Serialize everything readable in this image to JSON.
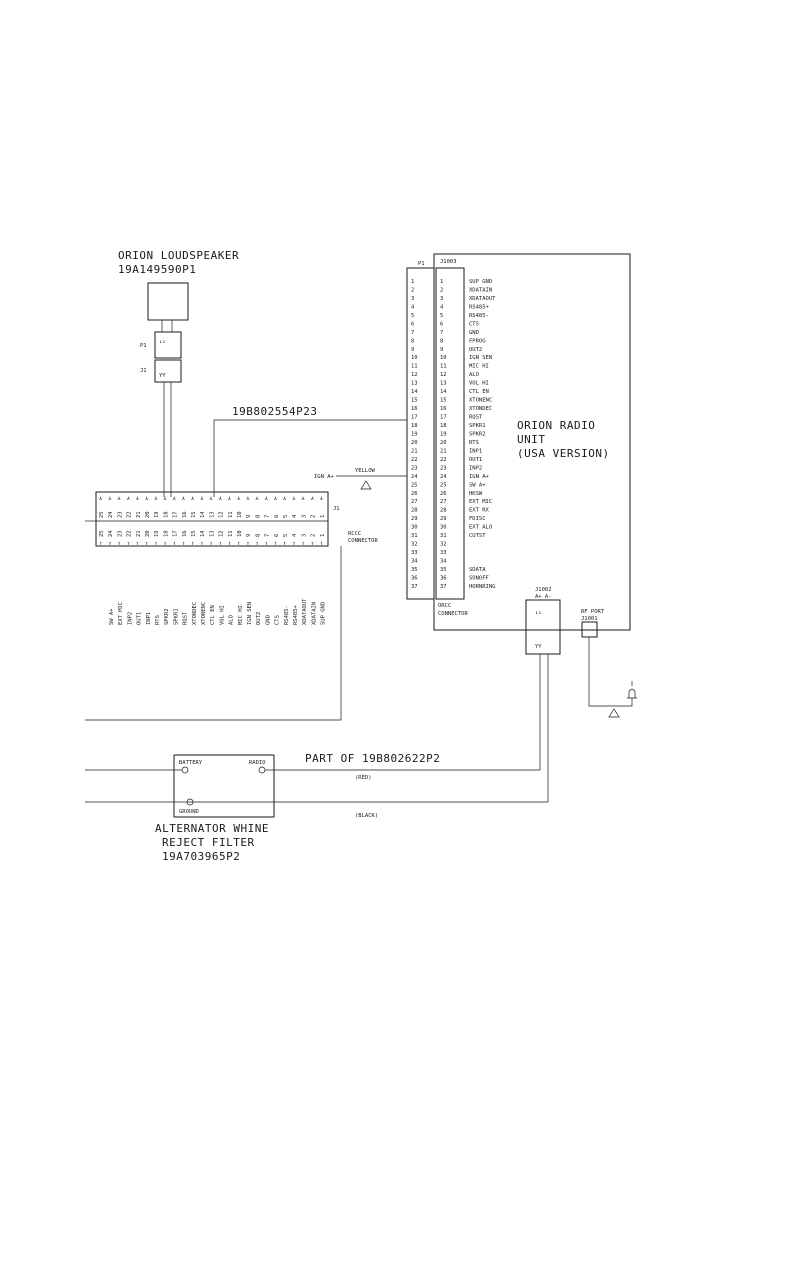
{
  "speaker": {
    "title": "ORION LOUDSPEAKER",
    "part": "19A149590P1",
    "plug_label": "P1",
    "jack_label": "J1"
  },
  "cable_main": "19B802554P23",
  "radio": {
    "title_line1": "ORION RADIO",
    "title_line2": "UNIT",
    "title_line3": "(USA VERSION)",
    "p1_label": "P1",
    "j1003_label": "J1003",
    "connector_line1": "ORCC",
    "connector_line2": "CONNECTOR",
    "pins": [
      {
        "n": "1",
        "name": "SUP GND"
      },
      {
        "n": "2",
        "name": "XDATAIN"
      },
      {
        "n": "3",
        "name": "XDATAOUT"
      },
      {
        "n": "4",
        "name": "RS485+"
      },
      {
        "n": "5",
        "name": "RS485-"
      },
      {
        "n": "6",
        "name": "CTS"
      },
      {
        "n": "7",
        "name": "GND"
      },
      {
        "n": "8",
        "name": "FPROG"
      },
      {
        "n": "9",
        "name": "OUT2"
      },
      {
        "n": "10",
        "name": "IGN SEN"
      },
      {
        "n": "11",
        "name": "MIC HI"
      },
      {
        "n": "12",
        "name": "ALO"
      },
      {
        "n": "13",
        "name": "VOL HI"
      },
      {
        "n": "14",
        "name": "CTL EN"
      },
      {
        "n": "15",
        "name": "XTONENC"
      },
      {
        "n": "16",
        "name": "XTONDEC"
      },
      {
        "n": "17",
        "name": "RQST"
      },
      {
        "n": "18",
        "name": "SPKR1"
      },
      {
        "n": "19",
        "name": "SPKR2"
      },
      {
        "n": "20",
        "name": "RTS"
      },
      {
        "n": "21",
        "name": "INP1"
      },
      {
        "n": "22",
        "name": "OUT1"
      },
      {
        "n": "23",
        "name": "INP2"
      },
      {
        "n": "24",
        "name": "IGN A+"
      },
      {
        "n": "25",
        "name": "SW A+"
      },
      {
        "n": "26",
        "name": "HKSW"
      },
      {
        "n": "27",
        "name": "EXT MIC"
      },
      {
        "n": "28",
        "name": "EXT RX"
      },
      {
        "n": "29",
        "name": "FDISC"
      },
      {
        "n": "30",
        "name": "EXT ALO"
      },
      {
        "n": "31",
        "name": "CUTST"
      },
      {
        "n": "32",
        "name": ""
      },
      {
        "n": "33",
        "name": ""
      },
      {
        "n": "34",
        "name": ""
      },
      {
        "n": "35",
        "name": "SDATA"
      },
      {
        "n": "36",
        "name": "SONOFF"
      },
      {
        "n": "37",
        "name": "HORNRING"
      }
    ]
  },
  "ign": {
    "label": "IGN A+",
    "wire_color": "YELLOW"
  },
  "rccc": {
    "j1_label": "J1",
    "connector_line1": "RCCC",
    "connector_line2": "CONNECTOR",
    "top_pins": [
      "25",
      "24",
      "23",
      "22",
      "21",
      "20",
      "19",
      "18",
      "17",
      "16",
      "15",
      "14",
      "13",
      "12",
      "11",
      "10",
      "9",
      "8",
      "7",
      "6",
      "5",
      "4",
      "3",
      "2",
      "1"
    ],
    "signals": [
      "SW A+",
      "EXT MIC",
      "INP2",
      "OUT1",
      "INP1",
      "RTS",
      "SPKR2",
      "SPKR1",
      "RQST",
      "XTONDEC",
      "XTONENC",
      "CTL EN",
      "VOL HI",
      "ALO",
      "MIC HI",
      "IGN SEN",
      "OUT2",
      "GND",
      "CTS",
      "RS485-",
      "RS485+",
      "XDATAOUT",
      "XDATAIN",
      "SUP GND"
    ]
  },
  "j1002": {
    "label": "J1002",
    "pins": "A+ A-"
  },
  "rf_port": {
    "line1": "RF PORT",
    "line2": "J1001"
  },
  "power_cable": "PART OF 19B802622P2",
  "wire_red": "(RED)",
  "wire_black": "(BLACK)",
  "filter": {
    "battery": "BATTERY",
    "radio": "RADIO",
    "ground": "GROUND",
    "title_line1": "ALTERNATOR WHINE",
    "title_line2": "REJECT FILTER",
    "part": "19A703965P2"
  }
}
